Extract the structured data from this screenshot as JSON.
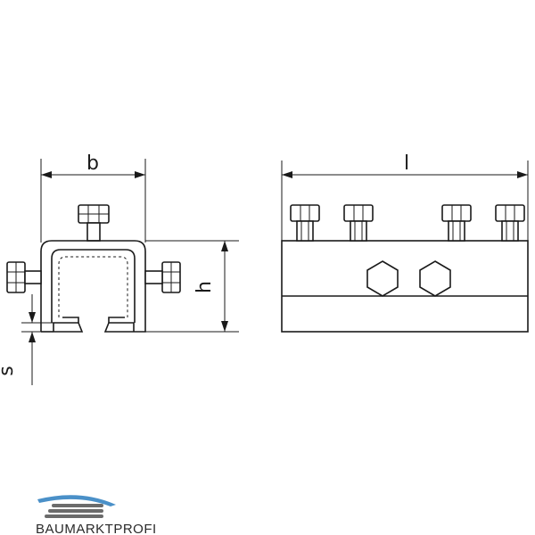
{
  "dimensions": {
    "width_label": "b",
    "height_label": "h",
    "thickness_label": "s",
    "length_label": "l"
  },
  "logo": {
    "text": "BAUMARKTPROFI",
    "accent_color": "#4a90c8",
    "stripe_color": "#6b6b6b"
  },
  "colors": {
    "line": "#1a1a1a",
    "background": "#ffffff"
  }
}
